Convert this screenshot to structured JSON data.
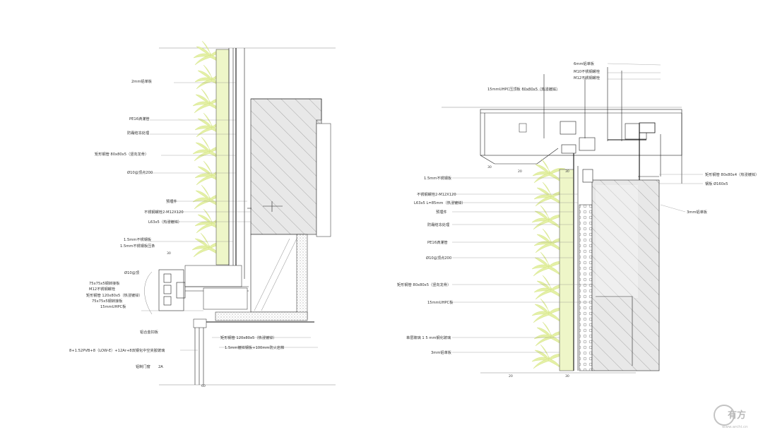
{
  "left_detail": {
    "labels": [
      "2mm铝单板",
      "PE16滴灌管",
      "防霜结冻处理",
      "矩形钢管 80x80x5（竖向龙骨）",
      "Ø10@顶点200",
      "预埋件",
      "不锈钢螺栓2-M12X120",
      "L63x5（热浸镀锌）",
      "1.5mm不锈钢板",
      "1.5mm不锈钢板压条",
      "Ø10@顶",
      "75x75x5钢转接板",
      "M12不锈钢螺栓",
      "矩形钢管 120x80x5（热浸镀锌）",
      "75x75x5钢转接板",
      "15mmUHPC板",
      "铝合金扣板",
      "矩形钢管 120x80x5（热浸镀锌）",
      "1.5mm镀锌钢板+100mm防火岩棉",
      "8+1.52PVB+8（LOW-E）+12Ar+8双钢化中空夹胶玻璃",
      "铝制门窗",
      "2A"
    ],
    "dims": [
      "30",
      "60"
    ]
  },
  "right_detail": {
    "labels": [
      "6mm铝单板",
      "M10不锈钢螺栓",
      "M12不锈钢螺栓",
      "15mmUHPC压顶板 80x80x5（热浸镀锌）",
      "1.5mm不锈钢板",
      "不锈钢螺栓2-M12X120",
      "L63x5 L=85mm（热浸镀锌）",
      "预埋件",
      "防霜结冻处理",
      "PE16滴灌管",
      "Ø10@顶点200",
      "矩形钢管 80x80x5（竖向龙骨）",
      "15mmUHPC板",
      "矩形钢管 80x80x4（热浸镀锌）",
      "钢板 Ø160x5",
      "3mm铝单板",
      "3mm铝单板",
      "单层玻璃 1 5 mm钢化玻璃"
    ],
    "dims": [
      "30",
      "20",
      "30",
      "30",
      "20"
    ]
  },
  "watermark": {
    "brand": "有方",
    "url": "www.archi.cn"
  },
  "colors": {
    "background": "#ffffff",
    "line": "#222222",
    "plant": "#e4f0a6",
    "concrete": "#e4e4e4"
  }
}
